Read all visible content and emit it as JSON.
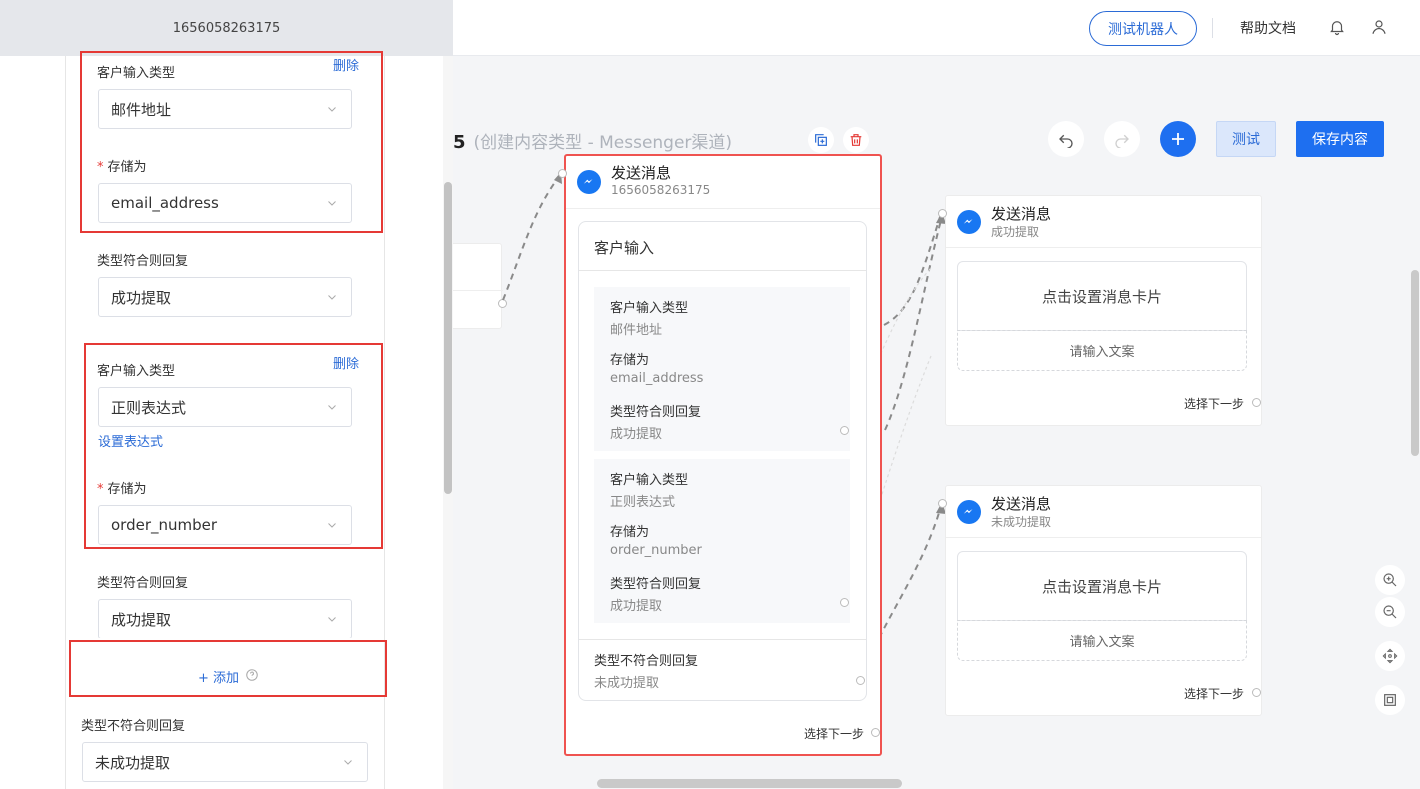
{
  "topbar": {
    "test_bot_label": "测试机器人",
    "help_label": "帮助文档",
    "bell_icon": "bell-icon",
    "user_icon": "user-icon"
  },
  "flow": {
    "title_number": "5",
    "title_suffix": "(创建内容类型 - Messenger渠道)",
    "test_label": "测试",
    "save_label": "保存内容"
  },
  "panel": {
    "header_id": "1656058263175",
    "block1": {
      "type_label": "客户输入类型",
      "delete_label": "删除",
      "type_value": "邮件地址",
      "store_label": "存储为",
      "store_value": "email_address"
    },
    "match1": {
      "label": "类型符合则回复",
      "value": "成功提取"
    },
    "block2": {
      "type_label": "客户输入类型",
      "delete_label": "删除",
      "type_value": "正则表达式",
      "set_regex_label": "设置表达式",
      "store_label": "存储为",
      "store_value": "order_number"
    },
    "match2": {
      "label": "类型符合则回复",
      "value": "成功提取"
    },
    "add_label": "+ 添加",
    "nomatch": {
      "label": "类型不符合则回复",
      "value": "未成功提取"
    }
  },
  "main_node": {
    "title": "发送消息",
    "subtitle": "1656058263175",
    "card_title": "客户输入",
    "items": [
      {
        "type_label": "客户输入类型",
        "type_value": "邮件地址",
        "store_label": "存储为",
        "store_value": "email_address",
        "match_label": "类型符合则回复",
        "match_value": "成功提取"
      },
      {
        "type_label": "客户输入类型",
        "type_value": "正则表达式",
        "store_label": "存储为",
        "store_value": "order_number",
        "match_label": "类型符合则回复",
        "match_value": "成功提取"
      }
    ],
    "nomatch_label": "类型不符合则回复",
    "nomatch_value": "未成功提取",
    "next_label": "选择下一步"
  },
  "node_success": {
    "title": "发送消息",
    "subtitle": "成功提取",
    "card_label": "点击设置消息卡片",
    "text_label": "请输入文案",
    "next_label": "选择下一步"
  },
  "node_fail": {
    "title": "发送消息",
    "subtitle": "未成功提取",
    "card_label": "点击设置消息卡片",
    "text_label": "请输入文案",
    "next_label": "选择下一步"
  },
  "colors": {
    "accent": "#1e6ff0",
    "highlight": "#e53935",
    "messenger": "#1877f2"
  }
}
